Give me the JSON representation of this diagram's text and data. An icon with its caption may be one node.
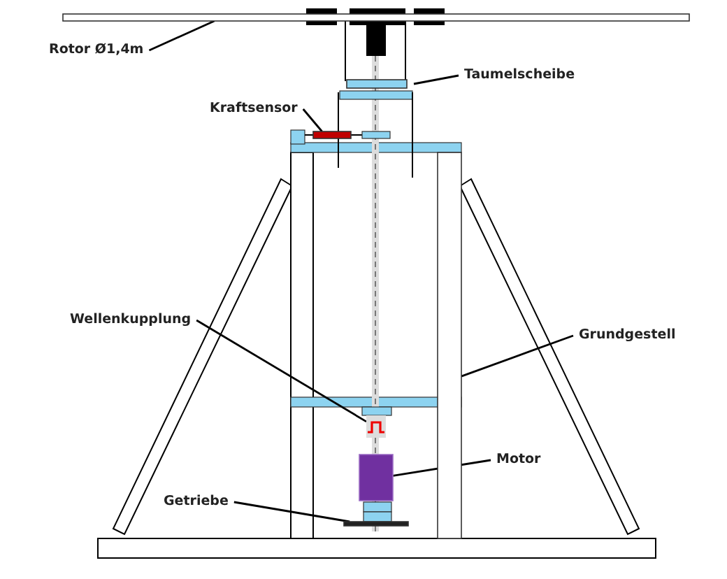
{
  "diagram": {
    "nodes": [
      {
        "text": [
          "Rotor Ø1,4m"
        ]
      },
      {
        "text": [],
        "shape": "bar"
      },
      {
        "text": [
          "Taumelscheibe"
        ]
      },
      {
        "text": [],
        "shape": "bar"
      },
      {
        "text": [
          "Kraftsensor"
        ]
      },
      {
        "text": [],
        "shape": "bar"
      },
      {
        "text": [
          "Wellenkupplung"
        ]
      },
      {
        "text": [],
        "shape": "box"
      },
      {
        "text": [
          "Grundgestell"
        ]
      },
      {
        "text": [],
        "shape": "bar"
      },
      {
        "text": [
          "Motor"
        ]
      },
      {
        "text": [],
        "shape": "box"
      },
      {
        "text": [
          "Getriebe"
        ]
      },
      {
        "text": [],
        "shape": "bar"
      }
    ],
    "edges": [
      {
        "from": 0,
        "to": 1,
        "arrow": "none"
      },
      {
        "from": 2,
        "to": 3,
        "arrow": "none"
      },
      {
        "from": 4,
        "to": 5,
        "arrow": "none"
      },
      {
        "from": 6,
        "to": 7,
        "arrow": "none"
      },
      {
        "from": 8,
        "to": 9,
        "arrow": "none"
      },
      {
        "from": 10,
        "to": 11,
        "arrow": "none"
      },
      {
        "from": 12,
        "to": 13,
        "arrow": "none"
      }
    ]
  }
}
